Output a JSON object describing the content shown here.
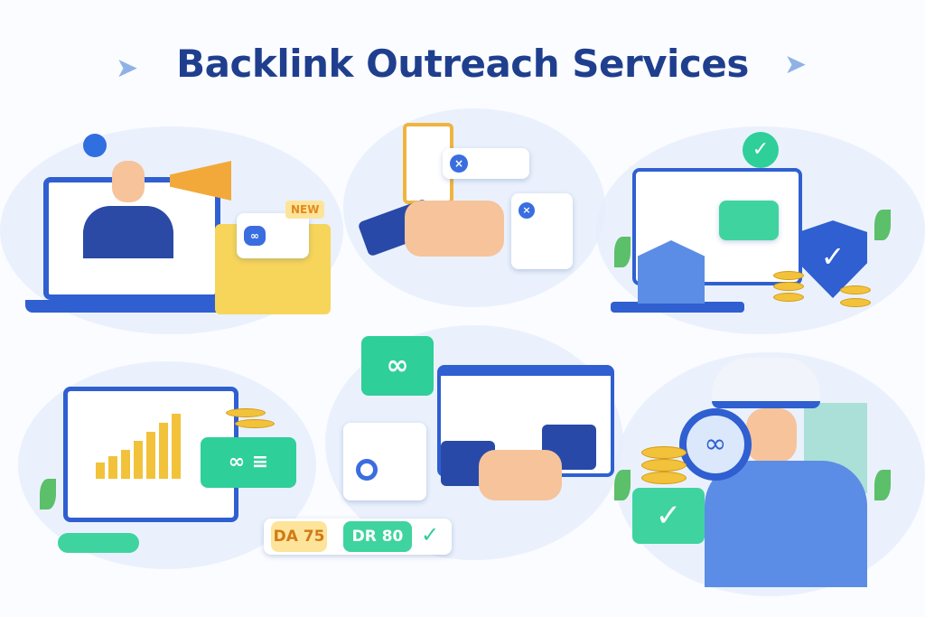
{
  "title": "Backlink Outreach Services",
  "email_badge": "NEW",
  "metrics": {
    "da": "DA 75",
    "dr": "DR 80"
  },
  "icons": [
    "paper-plane-icon",
    "megaphone-icon",
    "envelope-icon",
    "clipboard-icon",
    "handshake-icon",
    "shield-check-icon",
    "building-icon",
    "coins-icon",
    "bar-chart-icon",
    "chain-link-icon",
    "magnifier-icon",
    "checkmark-icon"
  ],
  "colors": {
    "title": "#1f3f8e",
    "primary": "#2f5fd0",
    "accent_green": "#2fcf9a",
    "gold": "#f2c23a",
    "da_badge": "#fde49a",
    "dr_badge": "#3fd3a0"
  }
}
